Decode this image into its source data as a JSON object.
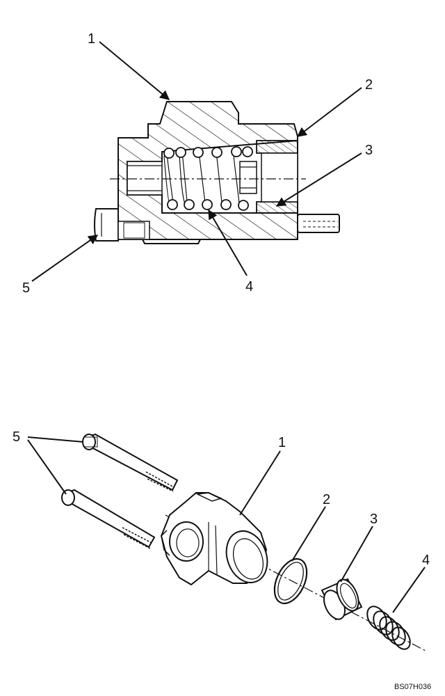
{
  "sectional_view": {
    "callouts": [
      "1",
      "2",
      "3",
      "4",
      "5"
    ]
  },
  "exploded_view": {
    "callouts": [
      "5",
      "1",
      "2",
      "3",
      "4"
    ]
  },
  "drawing_code": "BS07H036"
}
